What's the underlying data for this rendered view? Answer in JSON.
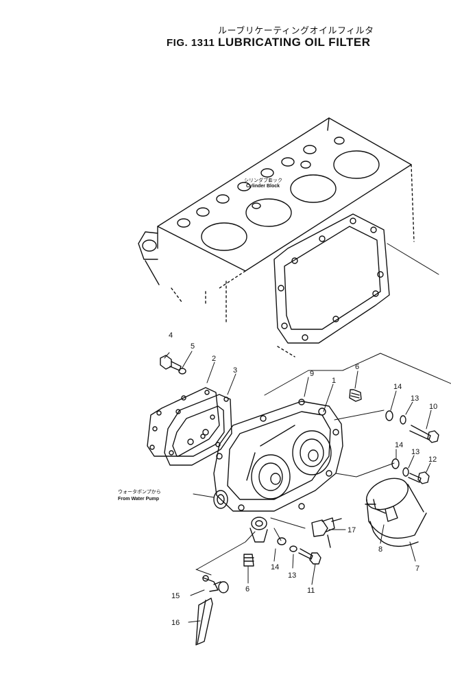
{
  "header": {
    "title_jp": "ルーブリケーティングオイルフィルタ",
    "fig_number": "FIG. 1311",
    "title_en": "LUBRICATING OIL FILTER"
  },
  "annotations": {
    "block_jp": "シリンダブロック",
    "block_en": "Cylinder Block",
    "pump_jp": "ウォータポンプから",
    "pump_en": "From Water Pump"
  },
  "callouts": {
    "c1": "1",
    "c2": "2",
    "c3": "3",
    "c4": "4",
    "c5": "5",
    "c6a": "6",
    "c6b": "6",
    "c7": "7",
    "c8": "8",
    "c9": "9",
    "c10": "10",
    "c11": "11",
    "c12": "12",
    "c13a": "13",
    "c13b": "13",
    "c13c": "13",
    "c14a": "14",
    "c14b": "14",
    "c14c": "14",
    "c15": "15",
    "c16": "16",
    "c17": "17"
  }
}
